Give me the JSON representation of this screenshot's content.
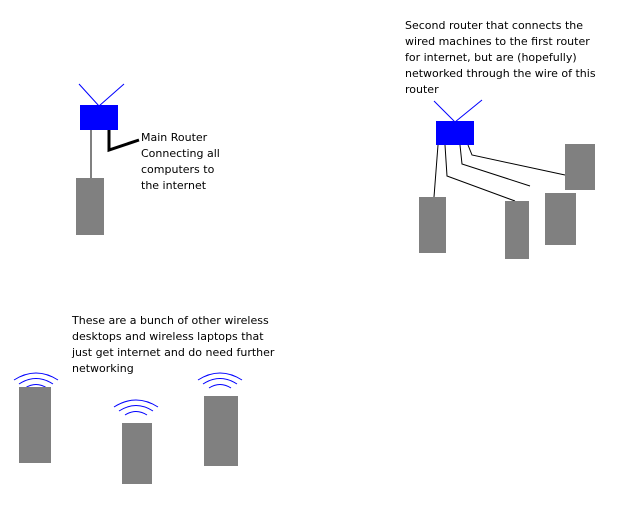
{
  "labels": {
    "main_router": [
      "Main Router",
      "Connecting all",
      "computers to",
      "the internet"
    ],
    "second_router": [
      "Second router that connects the",
      "wired machines to the first router",
      "for internet, but are (hopefully)",
      "networked through the wire of this",
      "router"
    ],
    "wireless": [
      "These are a bunch of other wireless",
      "desktops and wireless laptops that",
      "just get internet and do need further",
      "networking"
    ]
  },
  "colors": {
    "router": "#0000ff",
    "computer": "#808080",
    "wire": "#000000",
    "wifi_signal": "#0000ff"
  }
}
